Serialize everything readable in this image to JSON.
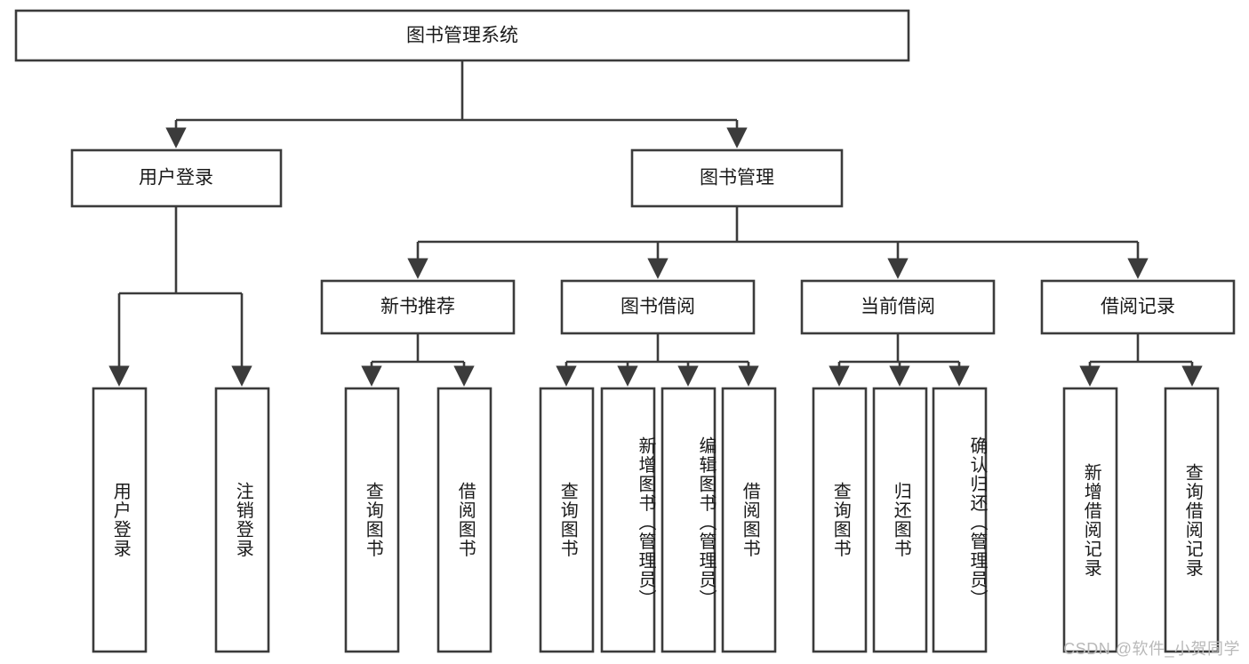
{
  "diagram": {
    "type": "tree-hierarchy",
    "title": "图书管理系统",
    "watermark": "CSDN @软件_小贺同学",
    "colors": {
      "stroke": "#3b3b3b",
      "fill": "#ffffff",
      "text": "#1a1a1a",
      "watermark": "#b9b9b9"
    },
    "root": {
      "label": "图书管理系统"
    },
    "level2": [
      {
        "label": "用户登录"
      },
      {
        "label": "图书管理"
      }
    ],
    "level3": [
      {
        "label": "新书推荐"
      },
      {
        "label": "图书借阅"
      },
      {
        "label": "当前借阅"
      },
      {
        "label": "借阅记录"
      }
    ],
    "leaves": {
      "user_login": [
        {
          "label": "用户登录"
        },
        {
          "label": "注销登录"
        }
      ],
      "new_book_recommend": [
        {
          "label": "查询图书"
        },
        {
          "label": "借阅图书"
        }
      ],
      "book_borrow": [
        {
          "label": "查询图书"
        },
        {
          "label": "新增图书（管理员）"
        },
        {
          "label": "编辑图书（管理员）"
        },
        {
          "label": "借阅图书"
        }
      ],
      "current_borrow": [
        {
          "label": "查询图书"
        },
        {
          "label": "归还图书"
        },
        {
          "label": "确认归还（管理员）"
        }
      ],
      "borrow_record": [
        {
          "label": "新增借阅记录"
        },
        {
          "label": "查询借阅记录"
        }
      ]
    }
  }
}
